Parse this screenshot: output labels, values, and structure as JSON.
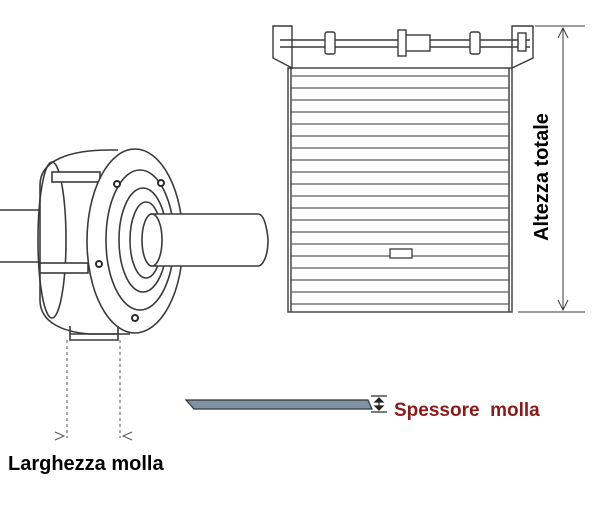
{
  "labels": {
    "total_height": "Altezza totale",
    "spring_thickness": "Spessore  molla",
    "spring_width": "Larghezza molla"
  },
  "colors": {
    "line": "#3a3a3a",
    "spring_fill": "#7f93a6",
    "thickness_label": "#8b1a1a",
    "text": "#000000"
  },
  "shutter": {
    "slat_count": 20
  }
}
